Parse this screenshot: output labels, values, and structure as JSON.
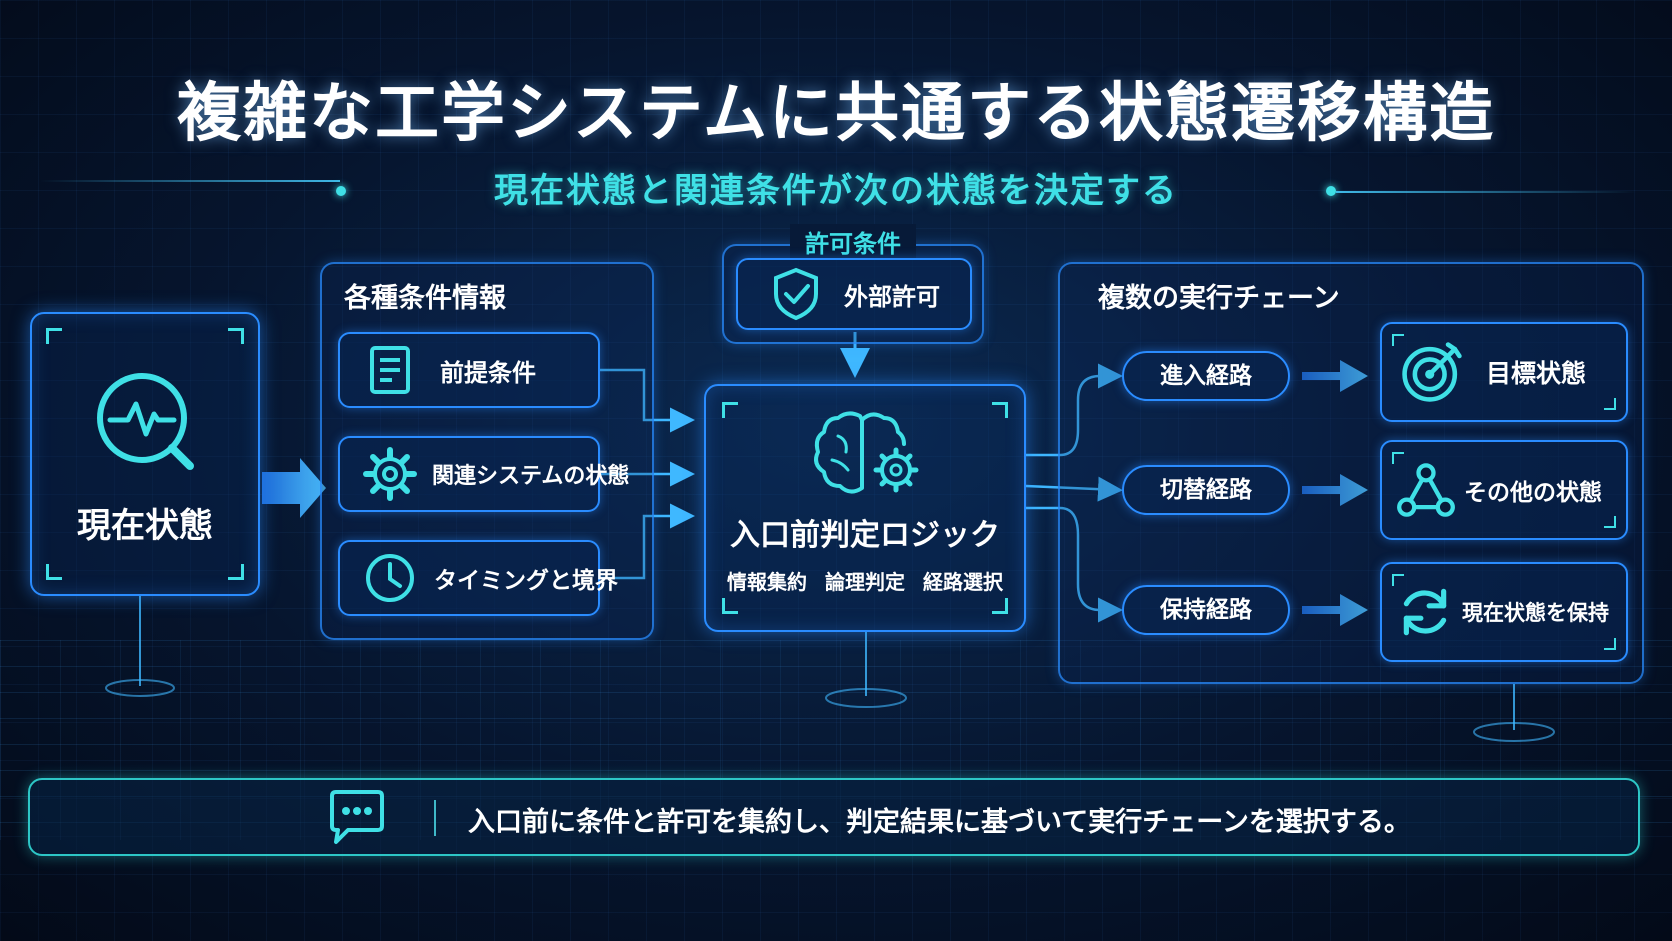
{
  "title": "複雑な工学システムに共通する状態遷移構造",
  "subtitle": "現在状態と関連条件が次の状態を決定する",
  "current_state": {
    "label": "現在状態",
    "icon": "pulse-search-icon"
  },
  "conditions": {
    "label": "各種条件情報",
    "items": [
      {
        "label": "前提条件",
        "icon": "document-icon"
      },
      {
        "label": "関連システムの状態",
        "icon": "gear-icon"
      },
      {
        "label": "タイミングと境界",
        "icon": "clock-icon"
      }
    ]
  },
  "permission": {
    "label": "許可条件",
    "item": "外部許可",
    "icon": "shield-check-icon"
  },
  "logic": {
    "label": "入口前判定ロジック",
    "steps": [
      "情報集約",
      "論理判定",
      "経路選択"
    ],
    "icon": "brain-gear-icon"
  },
  "chains": {
    "label": "複数の実行チェーン",
    "paths": [
      "進入経路",
      "切替経路",
      "保持経路"
    ],
    "results": [
      {
        "label": "目標状態",
        "icon": "target-icon"
      },
      {
        "label": "その他の状態",
        "icon": "network-icon"
      },
      {
        "label": "現在状態を保持",
        "icon": "refresh-icon"
      }
    ]
  },
  "footer": {
    "text": "入口前に条件と許可を集約し、判定結果に基づいて実行チェーンを選択する。",
    "icon": "chat-bubble-icon"
  },
  "colors": {
    "accent": "#2a8cff",
    "cyan": "#3fe0e6",
    "text": "#ffffff"
  }
}
